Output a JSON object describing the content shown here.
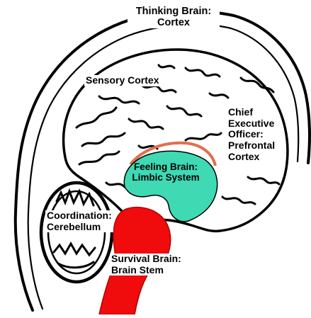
{
  "labels": {
    "thinking_brain": [
      "Thinking Brain:",
      "Cortex"
    ],
    "sensory_cortex": [
      "Sensory Cortex"
    ],
    "chief_executive": [
      "Chief",
      "Executive",
      "Officer:",
      "Prefrontal",
      "Cortex"
    ],
    "feeling_brain": [
      "Feeling Brain:",
      "Limbic System"
    ],
    "coordination": [
      "Coordination:",
      "Cerebellum"
    ],
    "survival_brain": [
      "Survival Brain:",
      "Brain Stem"
    ]
  },
  "colors": {
    "limbic_system": "#3fd9b4",
    "brain_stem": "#f00c0c",
    "limbic_rim": "#e0704c",
    "outline": "#000000",
    "background": "#ffffff"
  }
}
